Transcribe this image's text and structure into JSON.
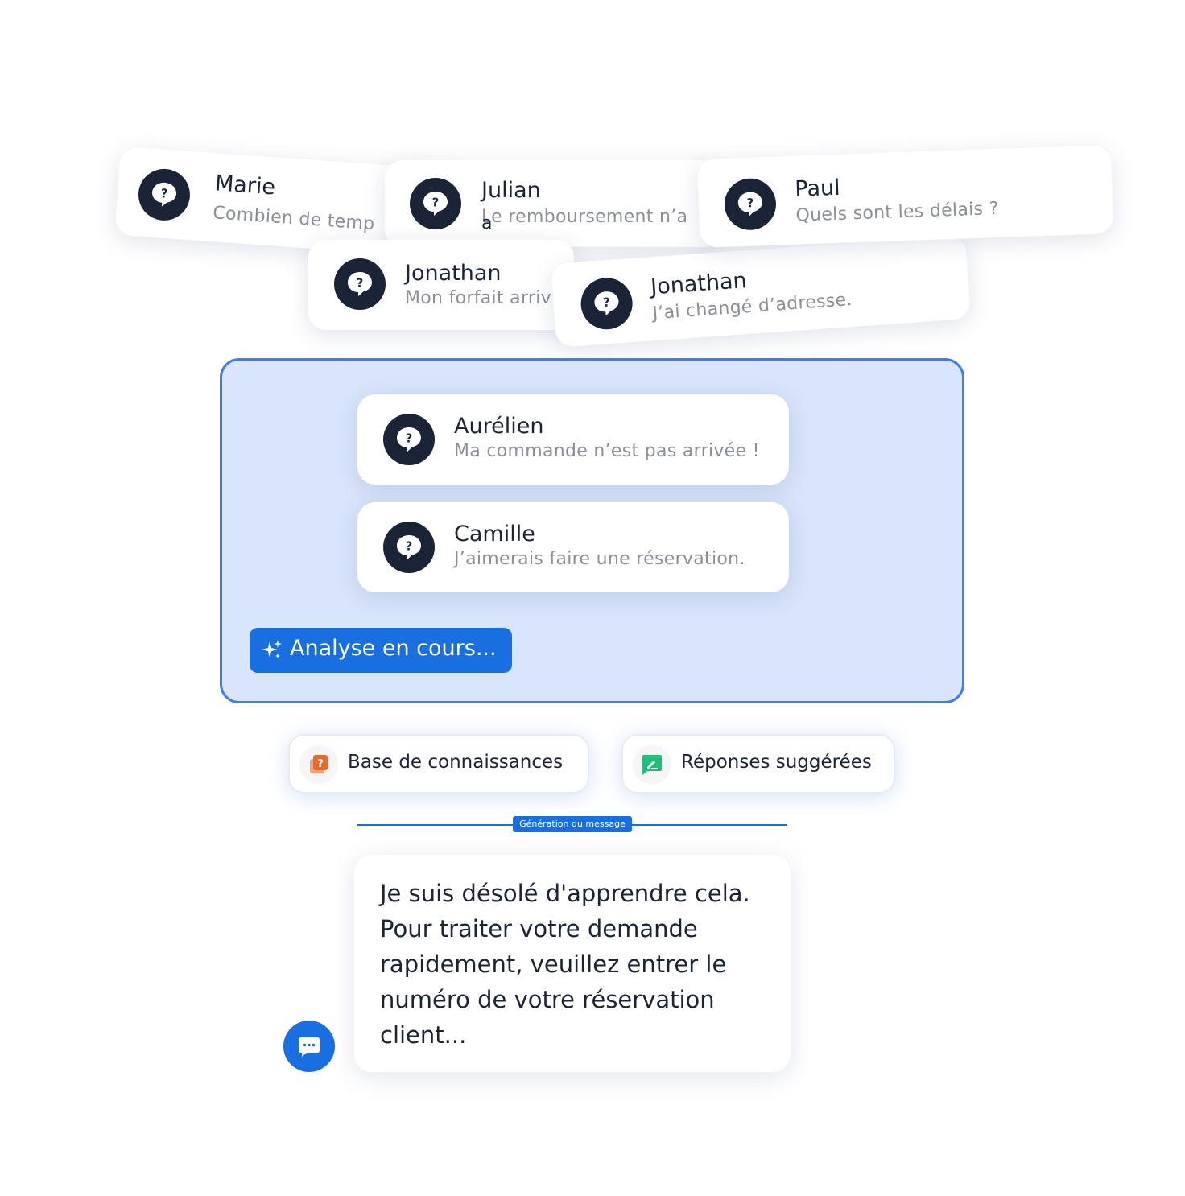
{
  "conversations_background": [
    {
      "name": "Marie",
      "message": "Combien de temp"
    },
    {
      "name": "Julian",
      "message": "Le remboursement n’a",
      "wrap_char": "a"
    },
    {
      "name": "Paul",
      "message": "Quels sont les délais ?"
    },
    {
      "name": "Jonathan",
      "message": "Mon forfait arriv"
    },
    {
      "name": "Jonathan",
      "message": "J’ai changé d’adresse."
    }
  ],
  "analysis_panel": {
    "conversations": [
      {
        "name": "Aurélien",
        "message": "Ma commande n’est pas arrivée !"
      },
      {
        "name": "Camille",
        "message": "J’aimerais faire une réservation."
      }
    ],
    "status_label": "Analyse en cours..."
  },
  "sources": {
    "knowledge_base_label": "Base de connaissances",
    "suggested_replies_label": "Réponses suggérées"
  },
  "divider_label": "Génération du message",
  "reply": {
    "text": "Je suis désolé d'apprendre cela. Pour traiter votre demande rapidement, veuillez entrer le numéro de votre réservation client..."
  },
  "colors": {
    "accent": "#1a6fe0",
    "panel_bg": "#d8e5fb",
    "icon_dark": "#1b2437",
    "knowledge_icon": "#e8692a",
    "suggestion_icon": "#1fbf7a"
  }
}
